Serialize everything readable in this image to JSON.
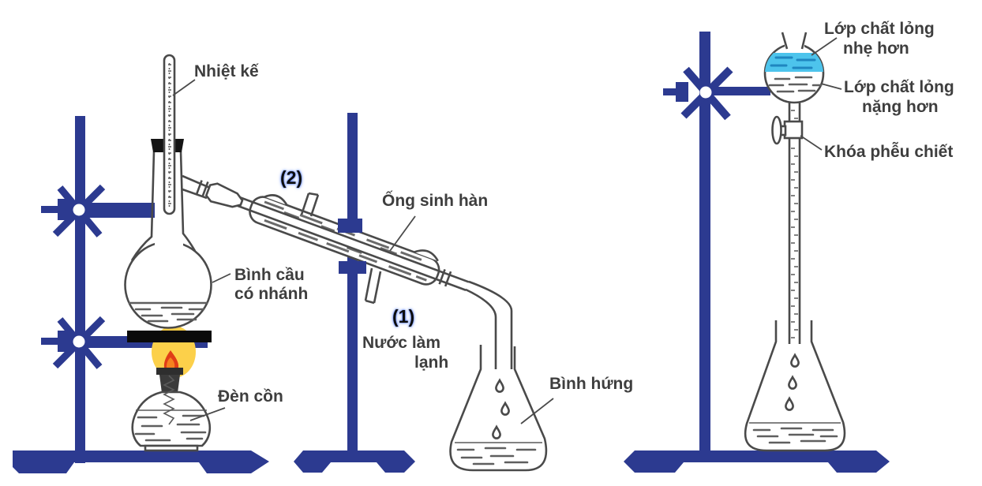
{
  "colors": {
    "stand_blue": "#2c3a90",
    "outline_gray": "#4a4a4a",
    "label_gray": "#3e3e3e",
    "liquid_blue": "#4dc4ec",
    "liquid_blue_dark": "#1f86c0",
    "flame_yellow": "#fcd04a",
    "flame_red": "#e03c17",
    "flame_orange": "#f5821f",
    "stopper_black": "#151515"
  },
  "left": {
    "thermometer": "Nhiệt kế",
    "flask_line1": "Bình cầu",
    "flask_line2": "có nhánh",
    "lamp": "Đèn cồn",
    "condenser": "Ống sinh hàn",
    "water_outlet_num": "(2)",
    "water_inlet_num": "(1)",
    "water_line1": "Nước làm",
    "water_line2": "lạnh",
    "receiver": "Bình hứng"
  },
  "right": {
    "light_line1": "Lớp chất lỏng",
    "light_line2": "nhẹ hơn",
    "heavy_line1": "Lớp chất lỏng",
    "heavy_line2": "nặng hơn",
    "stopcock": "Khóa phễu chiết"
  }
}
